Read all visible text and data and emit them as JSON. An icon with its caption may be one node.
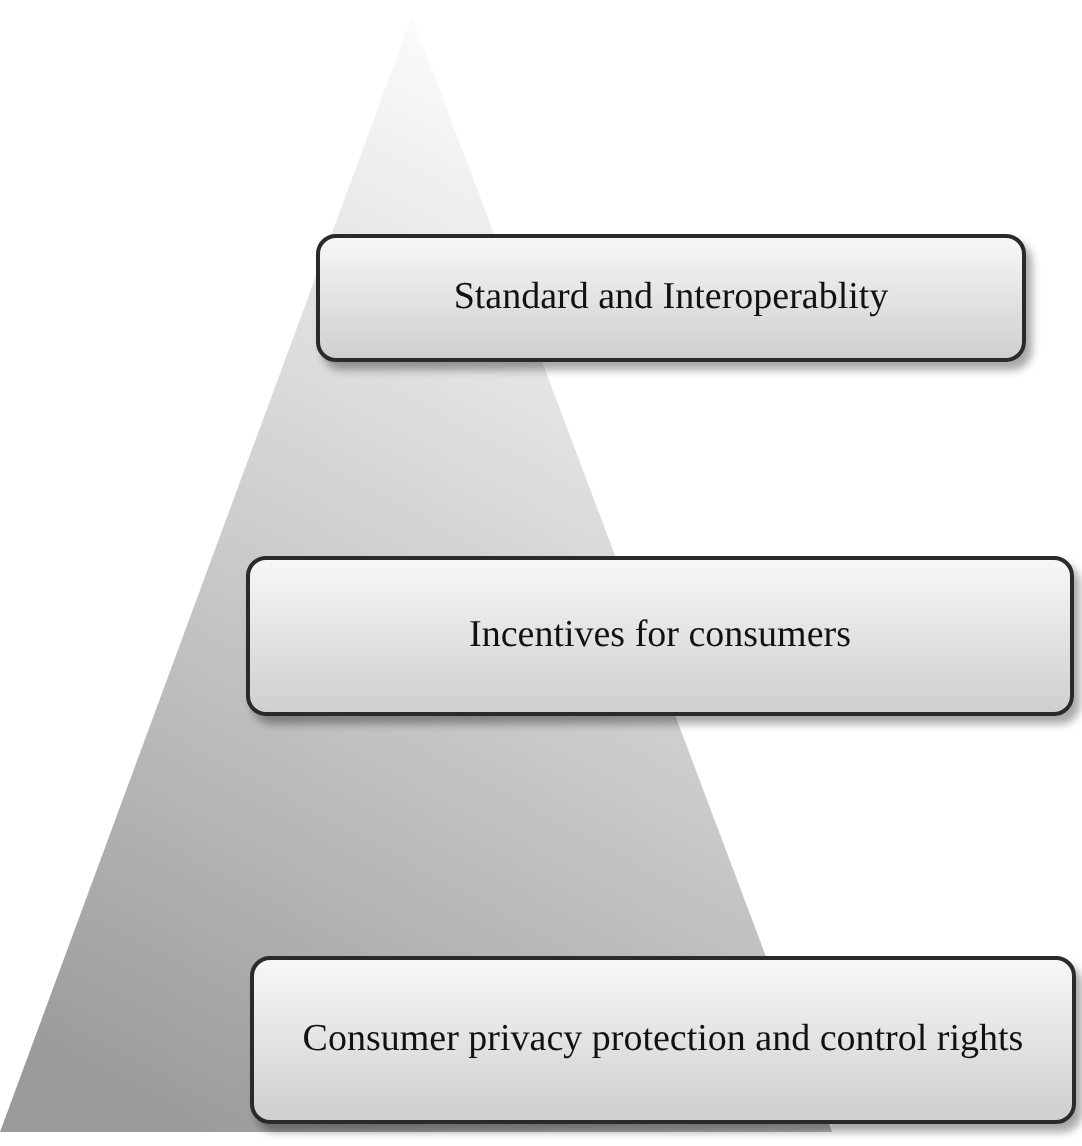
{
  "diagram": {
    "nodes": [
      {
        "text": [
          "Standard and Interoperablity"
        ]
      },
      {
        "text": [
          "Incentives for consumers"
        ]
      },
      {
        "text": [
          "Consumer privacy protection and control rights"
        ]
      }
    ]
  }
}
